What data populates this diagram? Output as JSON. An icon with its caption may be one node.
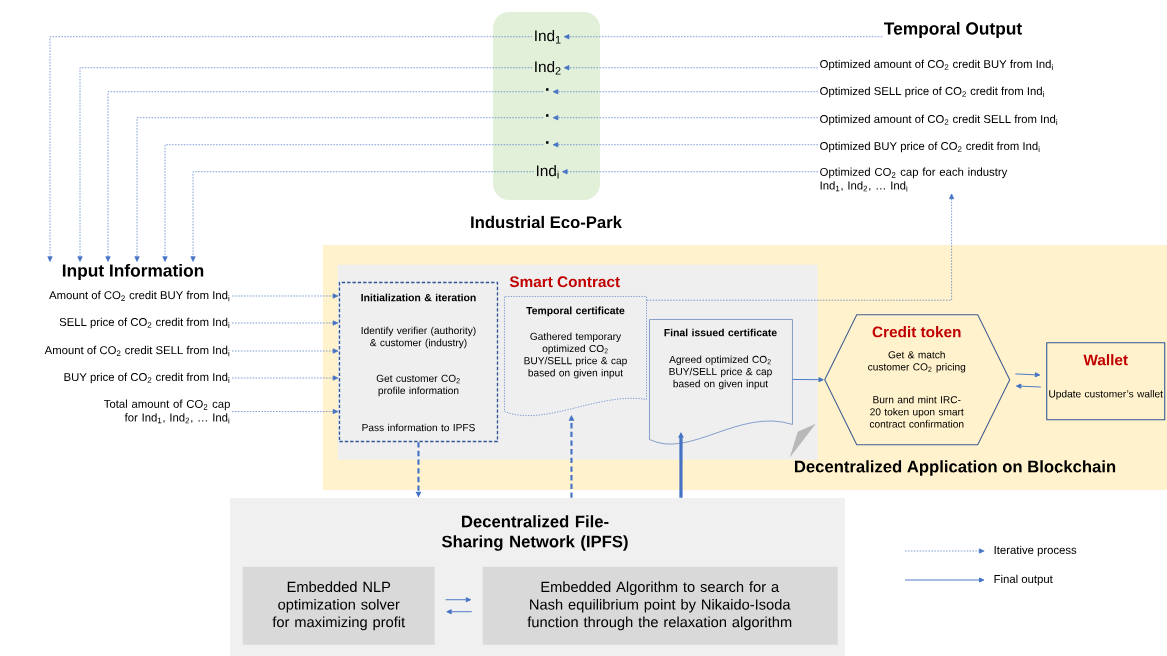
{
  "diagram": {
    "nodes": [
      {
        "text": [
          "Industrial Eco-Park"
        ]
      },
      {
        "text": [
          "Ind$_{1}$"
        ],
        "in": 0
      },
      {
        "text": [
          "Ind$_{2}$"
        ],
        "in": 0
      },
      {
        "text": [
          "·"
        ],
        "in": 0
      },
      {
        "text": [
          "·"
        ],
        "in": 0
      },
      {
        "text": [
          "·"
        ],
        "in": 0
      },
      {
        "text": [
          "Ind$_{i}$"
        ],
        "in": 0
      },
      {
        "text": [
          "Temporal Output"
        ]
      },
      {
        "text": [
          "Optimized amount of CO$_{2}$ credit BUY from Ind$_{i}$"
        ]
      },
      {
        "text": [
          "Optimized SELL price of CO$_{2}$ credit from Ind$_{i}$"
        ]
      },
      {
        "text": [
          "Optimized amount of CO$_{2}$ credit SELL from Ind$_{i}$"
        ]
      },
      {
        "text": [
          "Optimized BUY price of CO$_{2}$ credit from Ind$_{i}$"
        ]
      },
      {
        "text": [
          "Optimized CO$_{2}$ cap for each industry Ind$_{1}$, Ind$_{2}$, … Ind$_{i}$"
        ]
      },
      {
        "text": [
          "Input Information"
        ]
      },
      {
        "text": [
          "Amount of CO$_{2}$ credit BUY from Ind$_{i}$"
        ]
      },
      {
        "text": [
          "SELL price of CO$_{2}$ credit from Ind$_{i}$"
        ]
      },
      {
        "text": [
          "Amount of CO$_{2}$ credit SELL from Ind$_{i}$"
        ]
      },
      {
        "text": [
          "BUY price of CO$_{2}$ credit from Ind$_{i}$"
        ]
      },
      {
        "text": [
          "Total amount of CO$_{2}$ cap for Ind$_{1}$, Ind$_{2}$, … Ind$_{i}$"
        ]
      },
      {
        "text": [
          "Decentralized Application on Blockchain"
        ]
      },
      {
        "text": [
          "Smart Contract"
        ],
        "in": 19
      },
      {
        "text": [
          "Initialization & iteration",
          "Identify verifier (authority) & customer (industry)",
          "Get customer CO$_{2}$ profile information",
          "Pass information to IPFS"
        ],
        "in": 20
      },
      {
        "text": [
          "Temporal certificate",
          "Gathered temporary optimized CO$_{2}$ BUY/SELL price & cap based on given input"
        ],
        "in": 20
      },
      {
        "text": [
          "Final issued certificate",
          "Agreed optimized CO$_{2}$ BUY/SELL price & cap based on given input"
        ],
        "in": 20
      },
      {
        "text": [
          "Credit token",
          "Get & match customer CO$_{2}$ pricing",
          "Burn and mint IRC-20 token upon smart contract confirmation"
        ],
        "in": 19
      },
      {
        "text": [
          "Wallet",
          "Update customer’s wallet"
        ],
        "in": 19
      },
      {
        "text": [
          "Decentralized File-Sharing Network (IPFS)"
        ]
      },
      {
        "text": [
          "Embedded NLP optimization solver for maximizing profit"
        ],
        "in": 26
      },
      {
        "text": [
          "Embedded Algorithm to search for a Nash equilibrium point by Nikaido-Isoda function through the relaxation algorithm"
        ],
        "in": 26
      }
    ],
    "edges": [
      {
        "from": 7,
        "to": 1,
        "arrow": "to",
        "style": "dashed"
      },
      {
        "from": 8,
        "to": 2,
        "arrow": "to",
        "style": "dashed"
      },
      {
        "from": 9,
        "to": 3,
        "arrow": "to",
        "style": "dashed"
      },
      {
        "from": 10,
        "to": 4,
        "arrow": "to",
        "style": "dashed"
      },
      {
        "from": 11,
        "to": 5,
        "arrow": "to",
        "style": "dashed"
      },
      {
        "from": 12,
        "to": 6,
        "arrow": "to",
        "style": "dashed"
      },
      {
        "from": 1,
        "to": 13,
        "arrow": "to",
        "style": "dashed"
      },
      {
        "from": 2,
        "to": 13,
        "arrow": "to",
        "style": "dashed"
      },
      {
        "from": 3,
        "to": 13,
        "arrow": "to",
        "style": "dashed"
      },
      {
        "from": 4,
        "to": 13,
        "arrow": "to",
        "style": "dashed"
      },
      {
        "from": 5,
        "to": 13,
        "arrow": "to",
        "style": "dashed"
      },
      {
        "from": 6,
        "to": 13,
        "arrow": "to",
        "style": "dashed"
      },
      {
        "from": 14,
        "to": 21,
        "arrow": "to",
        "style": "dashed"
      },
      {
        "from": 15,
        "to": 21,
        "arrow": "to",
        "style": "dashed"
      },
      {
        "from": 16,
        "to": 21,
        "arrow": "to",
        "style": "dashed"
      },
      {
        "from": 17,
        "to": 21,
        "arrow": "to",
        "style": "dashed"
      },
      {
        "from": 18,
        "to": 21,
        "arrow": "to",
        "style": "dashed"
      },
      {
        "from": 22,
        "to": 12,
        "arrow": "to",
        "style": "dashed"
      },
      {
        "from": 21,
        "to": 26,
        "arrow": "to",
        "style": "dashed"
      },
      {
        "from": 26,
        "to": 22,
        "arrow": "to",
        "style": "dashed"
      },
      {
        "from": 26,
        "to": 23,
        "arrow": "to",
        "style": "thick"
      },
      {
        "from": 23,
        "to": 24,
        "arrow": "to"
      },
      {
        "from": 24,
        "to": 25,
        "arrow": "to"
      },
      {
        "from": 25,
        "to": 24,
        "arrow": "to"
      },
      {
        "from": 27,
        "to": 28,
        "arrow": "to"
      },
      {
        "from": 28,
        "to": 27,
        "arrow": "to"
      }
    ],
    "legend": [
      {
        "text": "Iterative process"
      },
      {
        "text": "Final output"
      }
    ]
  }
}
